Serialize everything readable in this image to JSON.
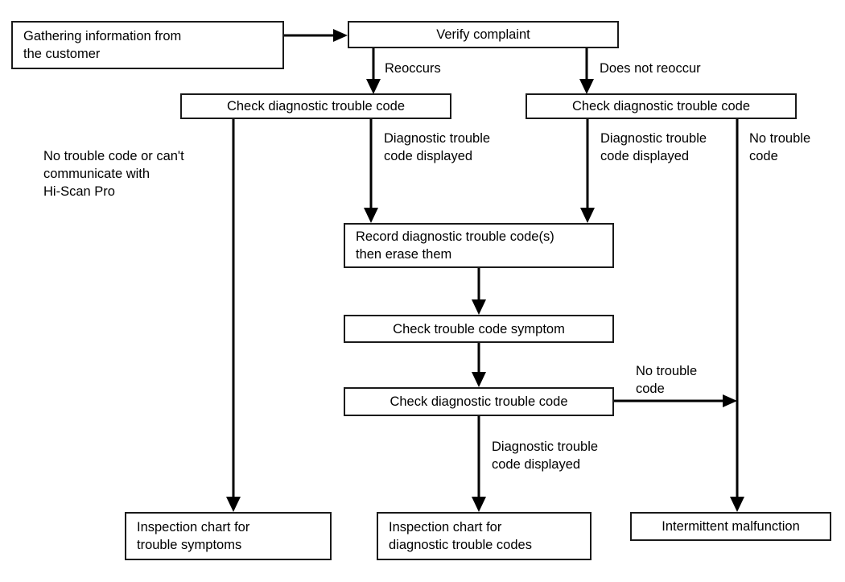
{
  "diagram": {
    "title": "Diagnostic troubleshooting flowchart",
    "type": "flowchart",
    "line_color": "#000000",
    "box_border_color": "#1a1a1a",
    "background_color": "#ffffff",
    "nodes": {
      "gathering_information": "Gathering information from\nthe customer",
      "verify_complaint": "Verify complaint",
      "check_dtc_left": "Check diagnostic trouble code",
      "check_dtc_right": "Check diagnostic trouble code",
      "record_dtc": "Record diagnostic trouble code(s)\nthen erase them",
      "check_symptom": "Check trouble code symptom",
      "check_dtc_mid": "Check diagnostic trouble code",
      "inspection_symptoms": "Inspection chart for\ntrouble symptoms",
      "inspection_codes": "Inspection chart for\ndiagnostic trouble codes",
      "intermittent": "Intermittent malfunction"
    },
    "edge_labels": {
      "reoccurs": "Reoccurs",
      "does_not_reoccur": "Does not reoccur",
      "no_code_or_cant_communicate": "No trouble code or can't\ncommunicate with\nHi-Scan Pro",
      "dtc_displayed_left": "Diagnostic trouble\ncode displayed",
      "dtc_displayed_right": "Diagnostic trouble\ncode displayed",
      "no_trouble_code_top_right": "No trouble\ncode",
      "no_trouble_code_mid_right": "No trouble\ncode",
      "dtc_displayed_bottom": "Diagnostic trouble\ncode displayed"
    }
  }
}
